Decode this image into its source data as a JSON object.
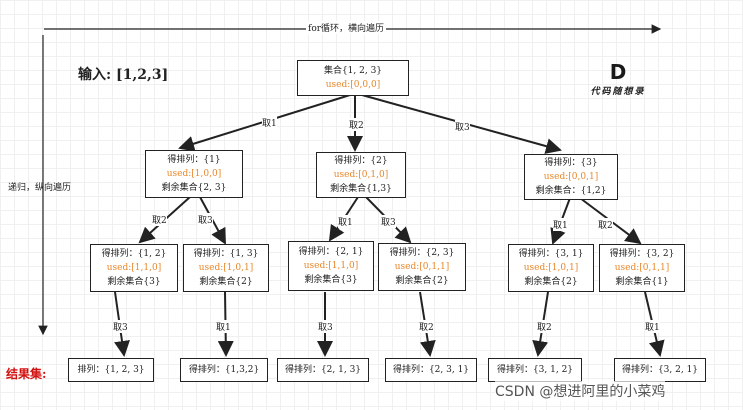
{
  "header": {
    "loop_label": "for循环，横向遍历"
  },
  "input_title": "输入: [1,2,3]",
  "side_label": "递归，纵向遍历",
  "result_label": "结果集:",
  "logo": {
    "mark": "D",
    "text": "代码随想录"
  },
  "watermark": "CSDN @想进阿里的小菜鸡",
  "root": {
    "line1": "集合{1, 2, 3}",
    "line2": "used:[0,0,0]"
  },
  "level1": [
    {
      "edge": "取1",
      "line1": "得排列：{1}",
      "line2": "used:[1,0,0]",
      "line3": "剩余集合{2, 3}"
    },
    {
      "edge": "取2",
      "line1": "得排列：{2}",
      "line2": "used:[0,1,0]",
      "line3": "剩余集合{1,3}"
    },
    {
      "edge": "取3",
      "line1": "得排列：{3}",
      "line2": "used:[0,0,1]",
      "line3": "剩余集合：{1,2}"
    }
  ],
  "level2": [
    {
      "edge": "取2",
      "line1": "得排列：{1, 2}",
      "line2": "used:[1,1,0]",
      "line3": "剩余集合{3}"
    },
    {
      "edge": "取3",
      "line1": "得排列：{1, 3}",
      "line2": "used:[1,0,1]",
      "line3": "剩余集合{2}"
    },
    {
      "edge": "取1",
      "line1": "得排列：{2, 1}",
      "line2": "used:[1,1,0]",
      "line3": "剩余集合{3}"
    },
    {
      "edge": "取3",
      "line1": "得排列：{2, 3}",
      "line2": "used:[0,1,1]",
      "line3": "剩余集合{2}"
    },
    {
      "edge": "取1",
      "line1": "得排列：{3, 1}",
      "line2": "used:[1,0,1]",
      "line3": "剩余集合{2}"
    },
    {
      "edge": "取2",
      "line1": "得排列：{3, 2}",
      "line2": "used:[0,1,1]",
      "line3": "剩余集合{1}"
    }
  ],
  "leaves": [
    {
      "edge": "取3",
      "text": "排列：{1, 2, 3}"
    },
    {
      "edge": "取1",
      "text": "得排列：{1,3,2}"
    },
    {
      "edge": "取3",
      "text": "得排列：{2, 1, 3}"
    },
    {
      "edge": "取2",
      "text": "得排列：{2, 3, 1}"
    },
    {
      "edge": "取2",
      "text": "得排列：{3, 1, 2}"
    },
    {
      "edge": "取1",
      "text": "得排列：{3, 2, 1}"
    }
  ]
}
